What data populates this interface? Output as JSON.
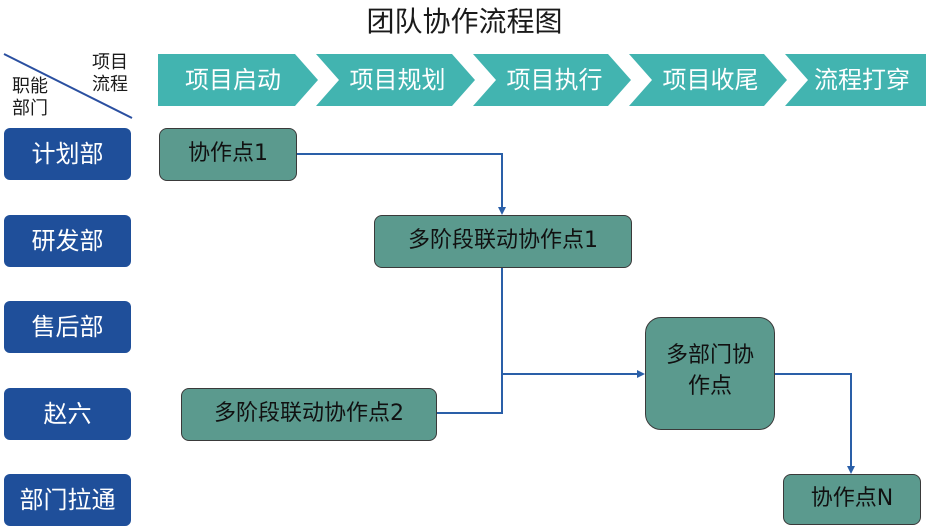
{
  "title": "团队协作流程图",
  "header": {
    "top_label": "项目流程",
    "bottom_label": "职能部门"
  },
  "phases": [
    "项目启动",
    "项目规划",
    "项目执行",
    "项目收尾",
    "流程打穿"
  ],
  "departments": [
    "计划部",
    "研发部",
    "售后部",
    "赵六",
    "部门拉通"
  ],
  "nodes": {
    "n1": "协作点1",
    "n2": "多阶段联动协作点1",
    "n3": "多阶段联动协作点2",
    "n4": "多部门协作点",
    "n5": "协作点N"
  },
  "colors": {
    "phase_fill": "#42b4b0",
    "dept_fill": "#1f4f9a",
    "node_fill": "#5b9a8e",
    "connector": "#2a5fa8"
  }
}
